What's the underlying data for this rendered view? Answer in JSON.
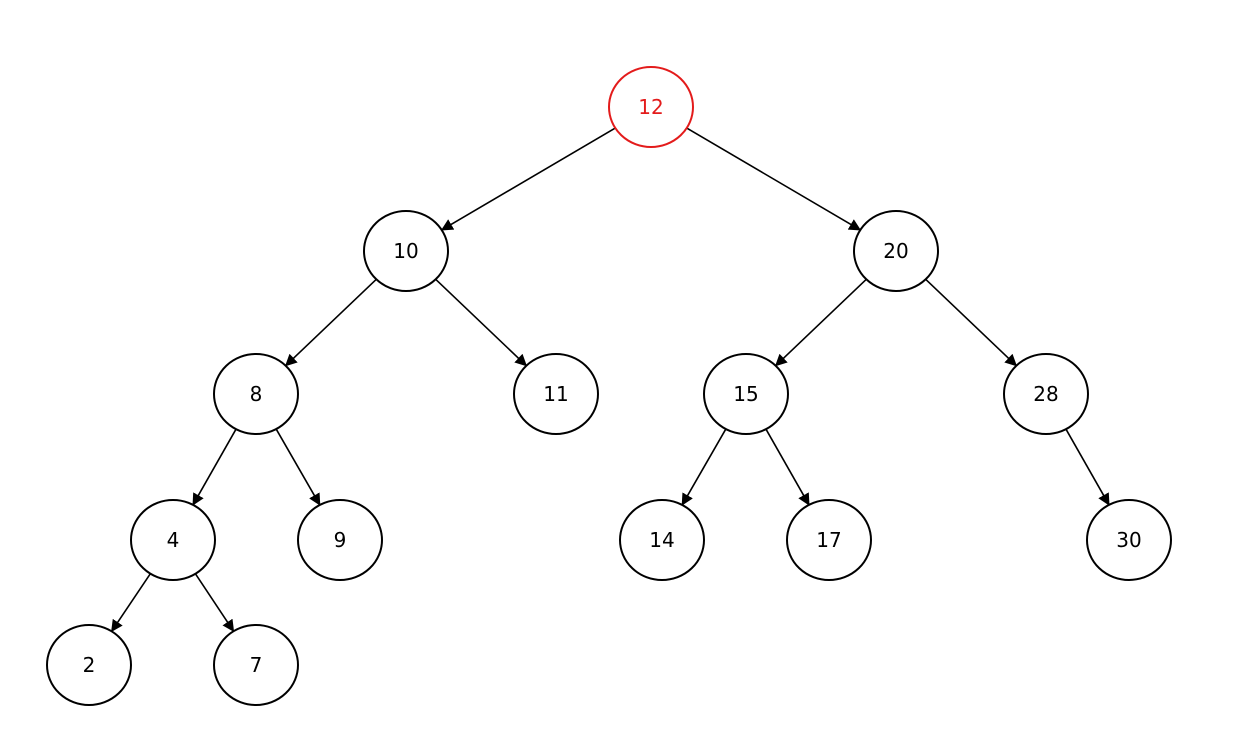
{
  "diagram": {
    "type": "binary-tree",
    "colors": {
      "edge": "#000000",
      "node_stroke": "#000000",
      "node_fill": "#ffffff",
      "text": "#000000",
      "highlight": "#e31b1b"
    },
    "nodes": [
      {
        "id": "n12",
        "label": "12",
        "highlighted": true
      },
      {
        "id": "n10",
        "label": "10"
      },
      {
        "id": "n20",
        "label": "20"
      },
      {
        "id": "n8",
        "label": "8"
      },
      {
        "id": "n11",
        "label": "11"
      },
      {
        "id": "n15",
        "label": "15"
      },
      {
        "id": "n28",
        "label": "28"
      },
      {
        "id": "n4",
        "label": "4"
      },
      {
        "id": "n9",
        "label": "9"
      },
      {
        "id": "n14",
        "label": "14"
      },
      {
        "id": "n17",
        "label": "17"
      },
      {
        "id": "n30",
        "label": "30"
      },
      {
        "id": "n2",
        "label": "2"
      },
      {
        "id": "n7",
        "label": "7"
      }
    ],
    "edges": [
      {
        "from": "n12",
        "to": "n10"
      },
      {
        "from": "n12",
        "to": "n20"
      },
      {
        "from": "n10",
        "to": "n8"
      },
      {
        "from": "n10",
        "to": "n11"
      },
      {
        "from": "n20",
        "to": "n15"
      },
      {
        "from": "n20",
        "to": "n28"
      },
      {
        "from": "n8",
        "to": "n4"
      },
      {
        "from": "n8",
        "to": "n9"
      },
      {
        "from": "n15",
        "to": "n14"
      },
      {
        "from": "n15",
        "to": "n17"
      },
      {
        "from": "n28",
        "to": "n30"
      },
      {
        "from": "n4",
        "to": "n2"
      },
      {
        "from": "n4",
        "to": "n7"
      }
    ]
  }
}
